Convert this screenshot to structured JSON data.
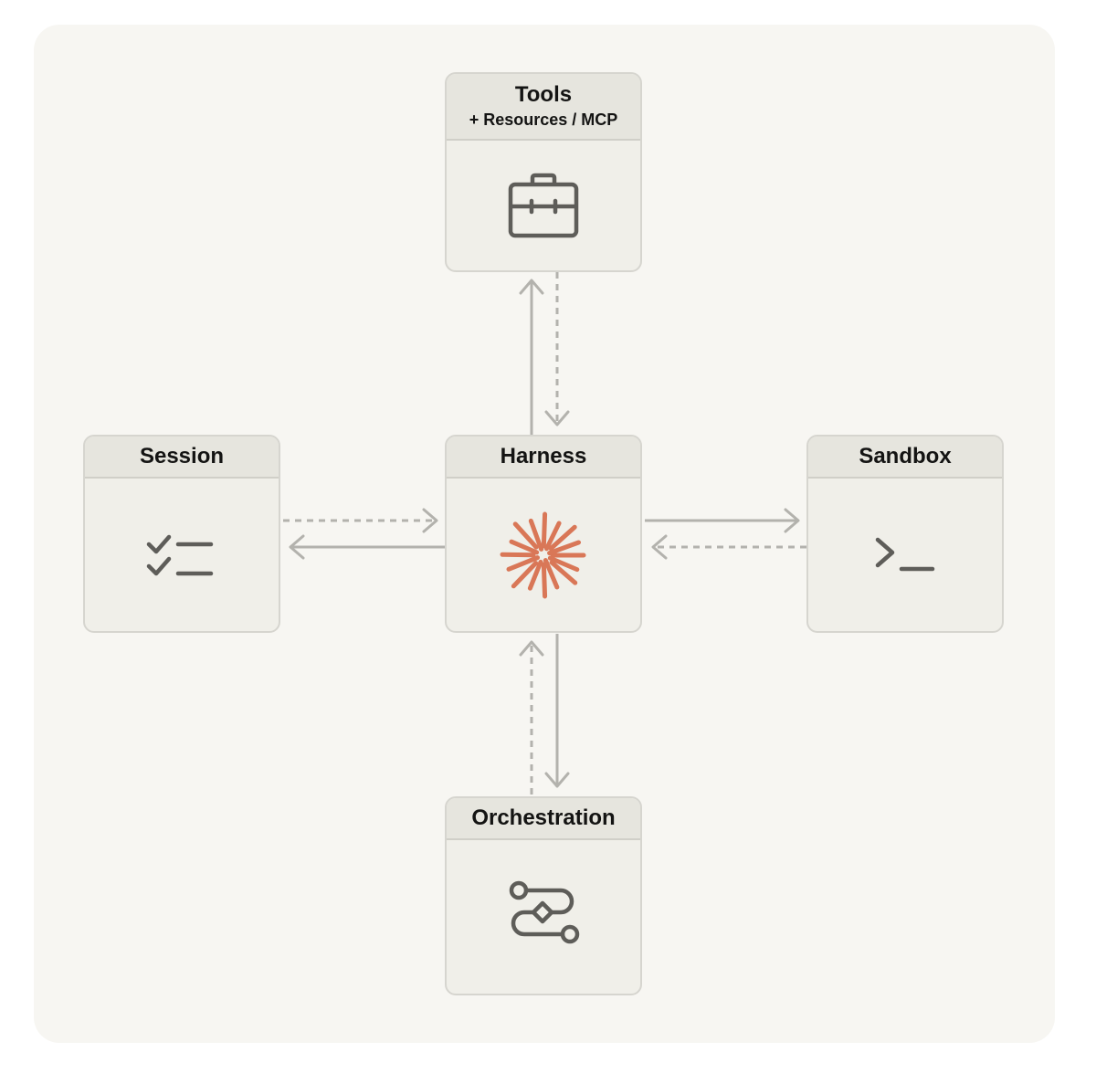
{
  "nodes": {
    "tools": {
      "title": "Tools",
      "subtitle": "+ Resources / MCP",
      "icon": "toolbox-icon"
    },
    "session": {
      "title": "Session",
      "icon": "checklist-icon"
    },
    "harness": {
      "title": "Harness",
      "icon": "starburst-icon"
    },
    "sandbox": {
      "title": "Sandbox",
      "icon": "terminal-prompt-icon"
    },
    "orchestration": {
      "title": "Orchestration",
      "icon": "workflow-icon"
    }
  },
  "colors": {
    "background": "#f7f6f2",
    "node_fill": "#f0efe9",
    "node_header": "#e6e5de",
    "node_border": "#d6d5cf",
    "arrow": "#b3b2ad",
    "icon": "#5e5d59",
    "accent": "#d97757"
  }
}
